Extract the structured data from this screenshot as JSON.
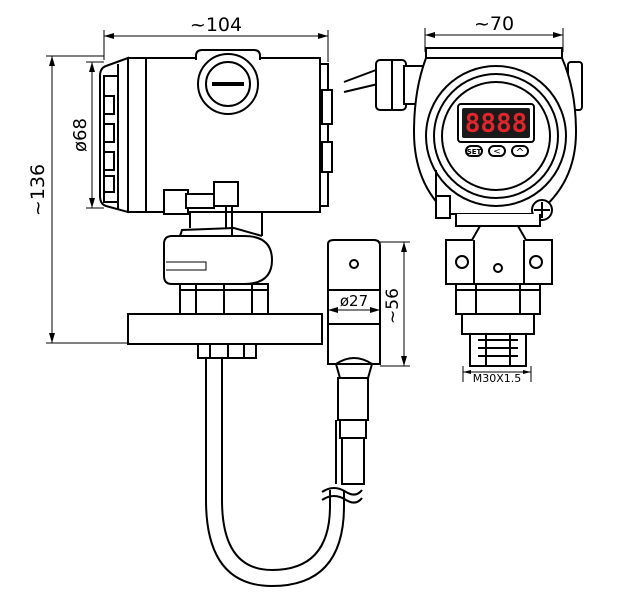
{
  "dimensions": {
    "width_top": "~104",
    "width_right": "~70",
    "diameter_housing": "ø68",
    "height_total": "~136",
    "probe_diameter": "ø27",
    "probe_length": "~56",
    "thread": "M30X1.5"
  },
  "display": {
    "digits": "8888",
    "digit_color": "#e0262c",
    "screen_color": "#1a1a1a"
  },
  "buttons": {
    "set": "SET",
    "left": "<",
    "up": "^"
  }
}
